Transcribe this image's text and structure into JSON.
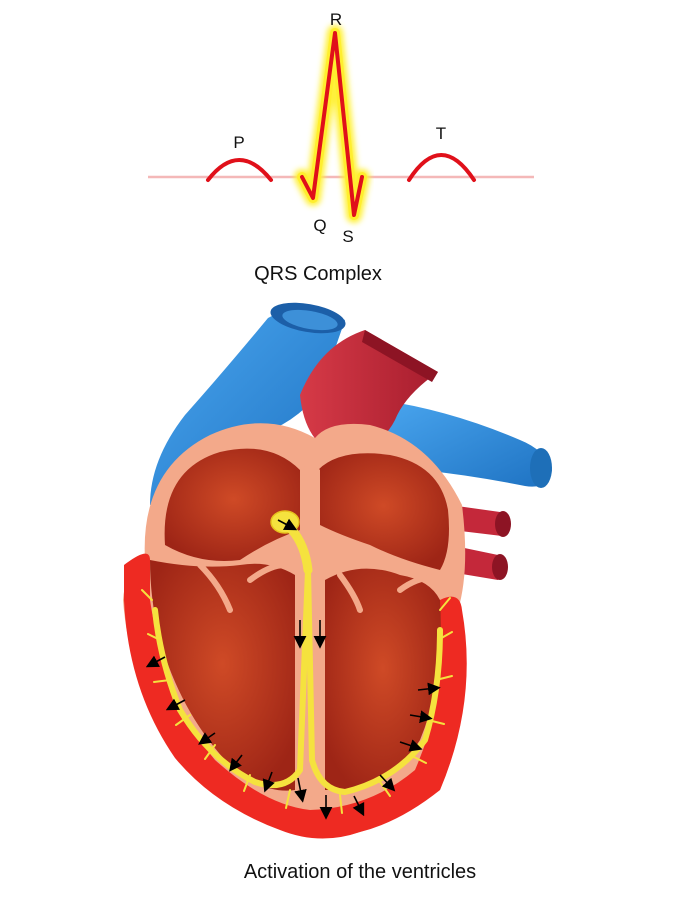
{
  "ecg": {
    "labels": {
      "p": "P",
      "q": "Q",
      "r": "R",
      "s": "S",
      "t": "T"
    },
    "title": "QRS Complex"
  },
  "heart": {
    "caption": "Activation of the ventricles"
  },
  "colors": {
    "baseline": "#f4b8b8",
    "wave": "#e0101a",
    "glow": "#fff13a",
    "vein_blue": "#2f8fde",
    "artery_red": "#c4283a",
    "wall_pink": "#f3a98a",
    "chamber": "#b8341e",
    "myocardium": "#ee2a22",
    "conduction": "#f5e23e",
    "arrow": "#000000"
  },
  "icons": [
    "wave-arrow-icon"
  ]
}
